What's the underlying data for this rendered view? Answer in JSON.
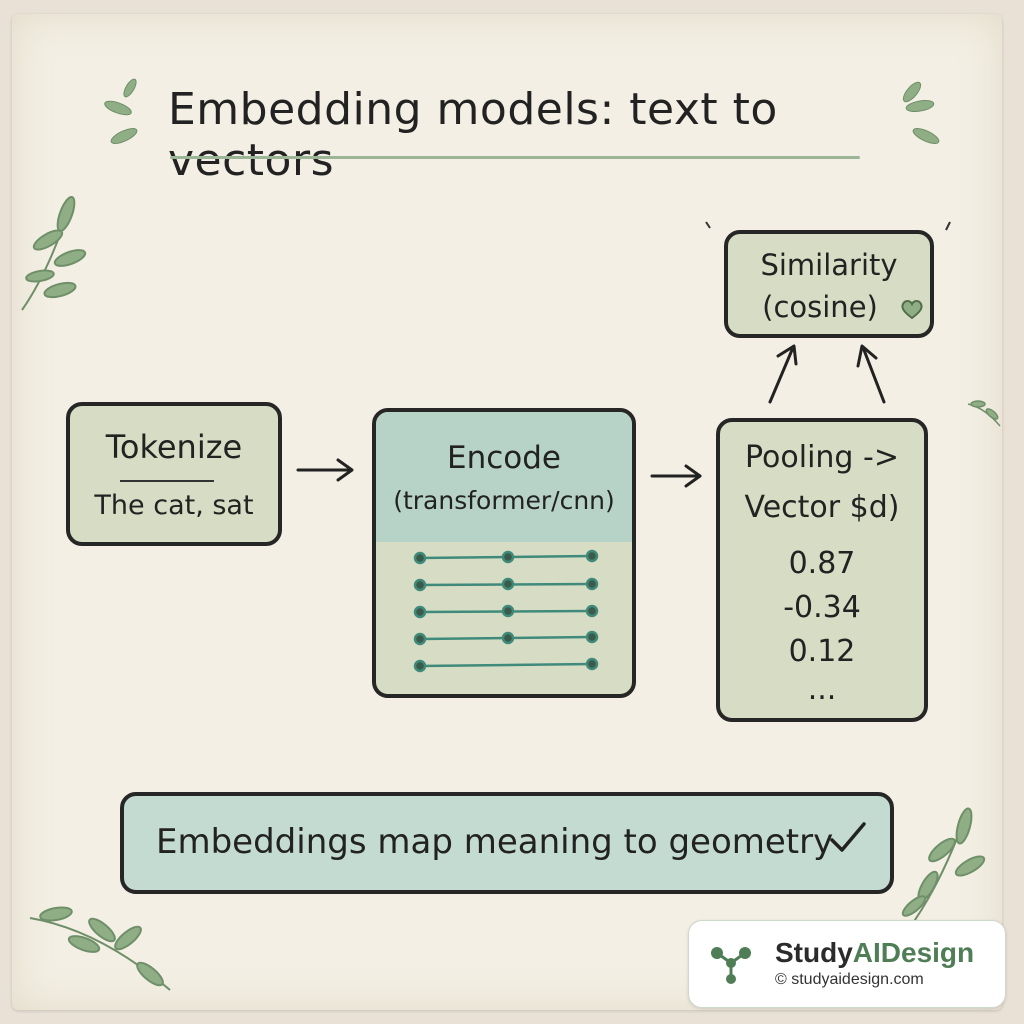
{
  "title": "Embedding models: text to vectors",
  "tokenize": {
    "title": "Tokenize",
    "text": "The cat, sat"
  },
  "encode": {
    "title": "Encode",
    "subtitle": "(transformer/cnn)"
  },
  "pooling": {
    "line1": "Pooling ->",
    "line2": "Vector $d)",
    "values": [
      "0.87",
      "-0.34",
      "0.12",
      "..."
    ]
  },
  "similarity": {
    "line1": "Similarity",
    "line2": "(cosine)"
  },
  "summary": {
    "text": "Embeddings map meaning to geometry"
  },
  "brand": {
    "name_part1": "Study",
    "name_part2": "AIDesign",
    "site": "© studyaidesign.com"
  },
  "icons": [
    "heart-icon",
    "check-icon",
    "leaf-icon",
    "arrow-icon",
    "molecule-logo-icon"
  ],
  "colors": {
    "box_fill": "#d7ddc4",
    "encode_header": "#b7d3c8",
    "summary_fill": "#c4dbd2",
    "leaf": "#8fae86",
    "brand_green": "#4f7d55"
  }
}
